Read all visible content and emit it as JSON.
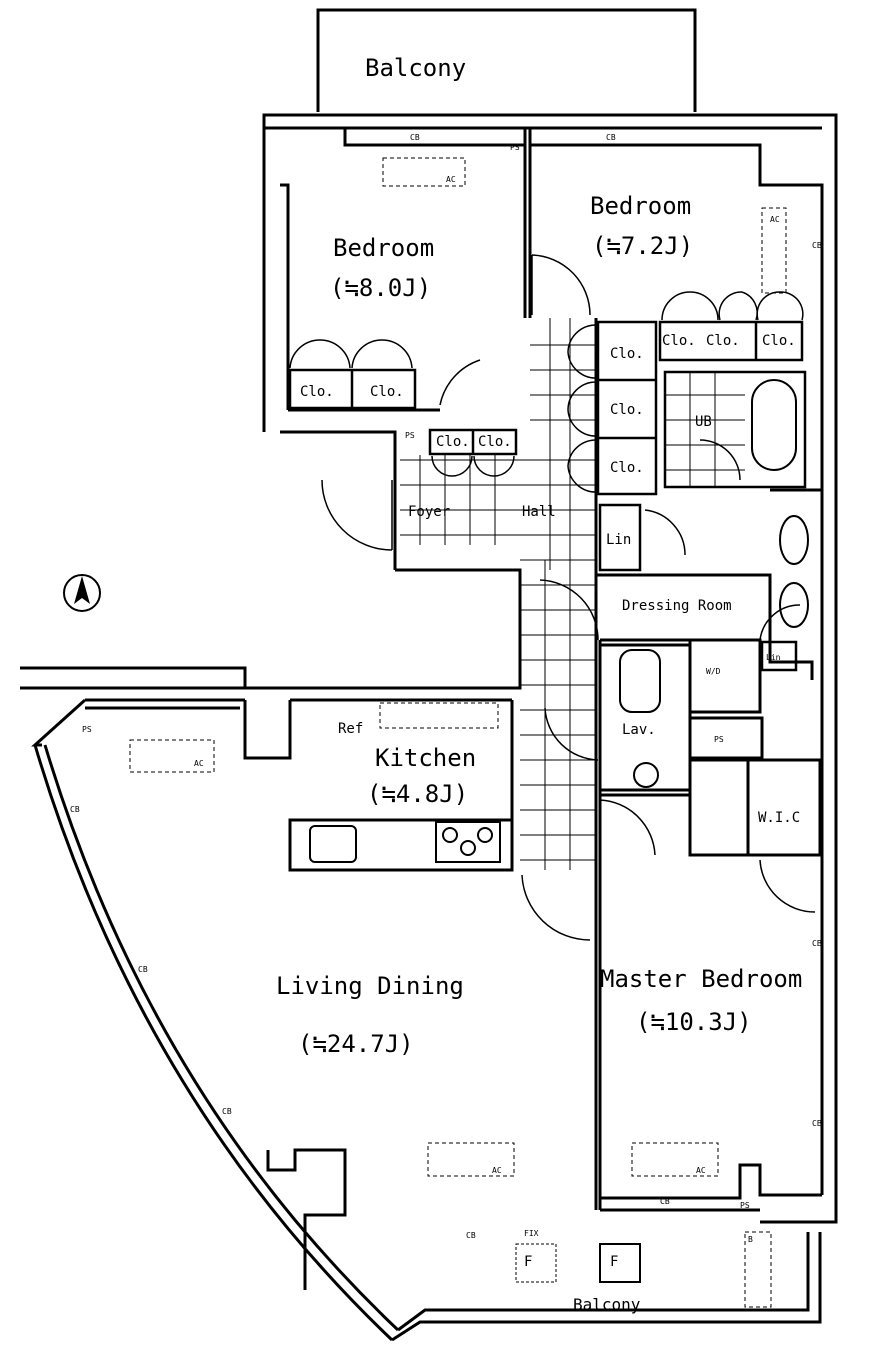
{
  "rooms": {
    "balcony_top": "Balcony",
    "bedroom_left": "Bedroom",
    "bedroom_left_size": "(≒8.0J)",
    "bedroom_right": "Bedroom",
    "bedroom_right_size": "(≒7.2J)",
    "kitchen": "Kitchen",
    "kitchen_size": "(≒4.8J)",
    "living_dining": "Living Dining",
    "living_dining_size": "(≒24.7J)",
    "master_bedroom": "Master Bedroom",
    "master_bedroom_size": "(≒10.3J)",
    "balcony_bottom": "Balcony"
  },
  "labels": {
    "foyer": "Foyer",
    "hall": "Hall",
    "dressing_room": "Dressing Room",
    "lav": "Lav.",
    "wd": "W/D",
    "wic": "W.I.C",
    "ub": "UB",
    "ref": "Ref",
    "lin": "Lin",
    "clo": "Clo.",
    "ps": "PS",
    "ac": "AC",
    "cb": "CB",
    "fix": "FIX",
    "f": "F",
    "b": "B"
  }
}
